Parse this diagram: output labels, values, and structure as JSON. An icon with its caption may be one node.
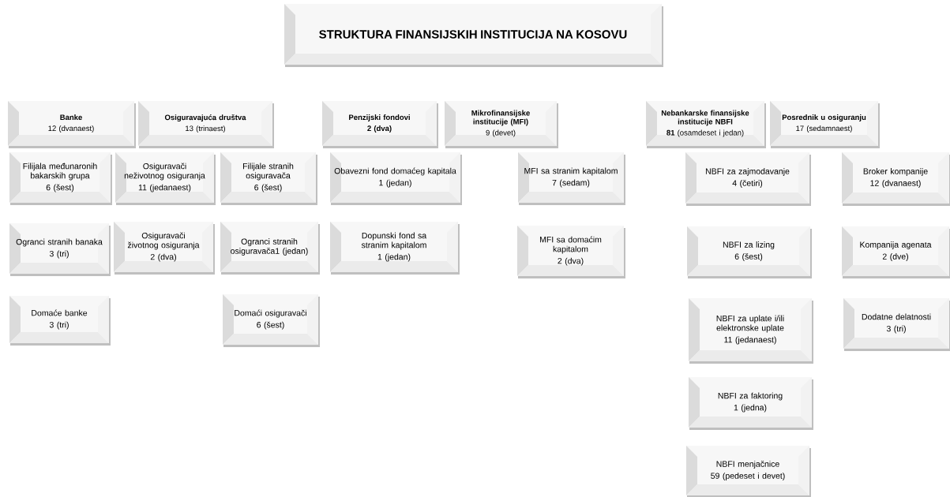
{
  "diagram": {
    "nodes": [
      {
        "text": [
          "STRUKTURA FINANSIJSKIH INSTITUCIJA NA KOSOVU"
        ]
      },
      {
        "text": [
          "Banke",
          "12 (dvanaest)"
        ]
      },
      {
        "text": [
          "Osiguravajuća društva",
          "13 (trinaest)"
        ]
      },
      {
        "text": [
          "Penzijski fondovi",
          "2 (dva)"
        ]
      },
      {
        "text": [
          "Mikrofinansijske institucije (MFI)",
          "9 (devet)"
        ]
      },
      {
        "text": [
          "Nebankarske finansijske institucije NBFI",
          "**81** (osamdeset i jedan)"
        ]
      },
      {
        "text": [
          "Posrednik u osiguranju",
          "17 (sedamnaest)"
        ]
      },
      {
        "text": [
          "Filijala međunaronih bakarskih grupa",
          "6 (šest)"
        ]
      },
      {
        "text": [
          "Osiguravači neživotnog osiguranja",
          "11 (jedanaest)"
        ]
      },
      {
        "text": [
          "Filijale stranih osiguravača",
          "6 (šest)"
        ]
      },
      {
        "text": [
          "Obavezni fond domaćeg kapitala",
          "1 (jedan)"
        ]
      },
      {
        "text": [
          "MFI sa stranim kapitalom",
          "7 (sedam)"
        ]
      },
      {
        "text": [
          "NBFI za zajmodavanje",
          "4 (četiri)"
        ]
      },
      {
        "text": [
          "Broker kompanije",
          "12 (dvanaest)"
        ]
      },
      {
        "text": [
          "Ogranci stranih banaka",
          "3 (tri)"
        ]
      },
      {
        "text": [
          "Osiguravači životnog osiguranja",
          "2 (dva)"
        ]
      },
      {
        "text": [
          "Ogranci stranih osiguravača1 (jedan)"
        ]
      },
      {
        "text": [
          "Dopunski fond sa stranim kapitalom",
          "1 (jedan)"
        ]
      },
      {
        "text": [
          "MFI sa domaćim kapitalom",
          "2 (dva)"
        ]
      },
      {
        "text": [
          "NBFI za lizing",
          "6 (šest)"
        ]
      },
      {
        "text": [
          "Kompanija agenata",
          "2 (dve)"
        ]
      },
      {
        "text": [
          "Domaće banke",
          "3 (tri)"
        ]
      },
      {
        "text": [
          "Domaći osiguravači",
          "6 (šest)"
        ]
      },
      {
        "text": [
          "NBFI za uplate i/ili elektronske uplate",
          "11 (jedanaest)"
        ]
      },
      {
        "text": [
          "Dodatne delatnosti",
          "3 (tri)"
        ]
      },
      {
        "text": [
          "NBFI za faktoring",
          "1 (jedna)"
        ]
      },
      {
        "text": [
          "NBFI menjačnice",
          "59 (pedeset i devet)"
        ]
      }
    ]
  }
}
